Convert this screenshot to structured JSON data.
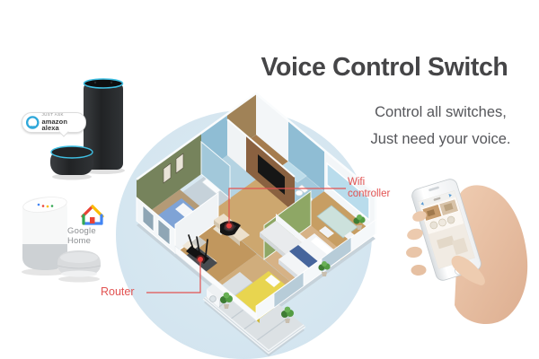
{
  "header": {
    "title": "Voice Control Switch",
    "subtitle_line1": "Control all switches,",
    "subtitle_line2": "Just need your voice."
  },
  "callouts": {
    "wifi_controller": "Wifi controller",
    "router": "Router",
    "accent_color": "#e25352"
  },
  "badges": {
    "alexa": {
      "kicker": "JUST ASK",
      "name": "amazon alexa",
      "ring_color": "#2fa8da"
    },
    "google": {
      "name": "Google Home",
      "colors": {
        "red": "#ea4335",
        "yellow": "#fbbc05",
        "green": "#34a853",
        "blue": "#4285f4"
      }
    }
  },
  "scene": {
    "circle_color": "#d5e6f0",
    "title_color": "#454547",
    "devices": [
      "amazon-echo",
      "amazon-echo-dot",
      "google-home",
      "google-home-mini",
      "smartphone-in-hand"
    ],
    "illustration": "isometric-smart-home-floor-plan"
  }
}
